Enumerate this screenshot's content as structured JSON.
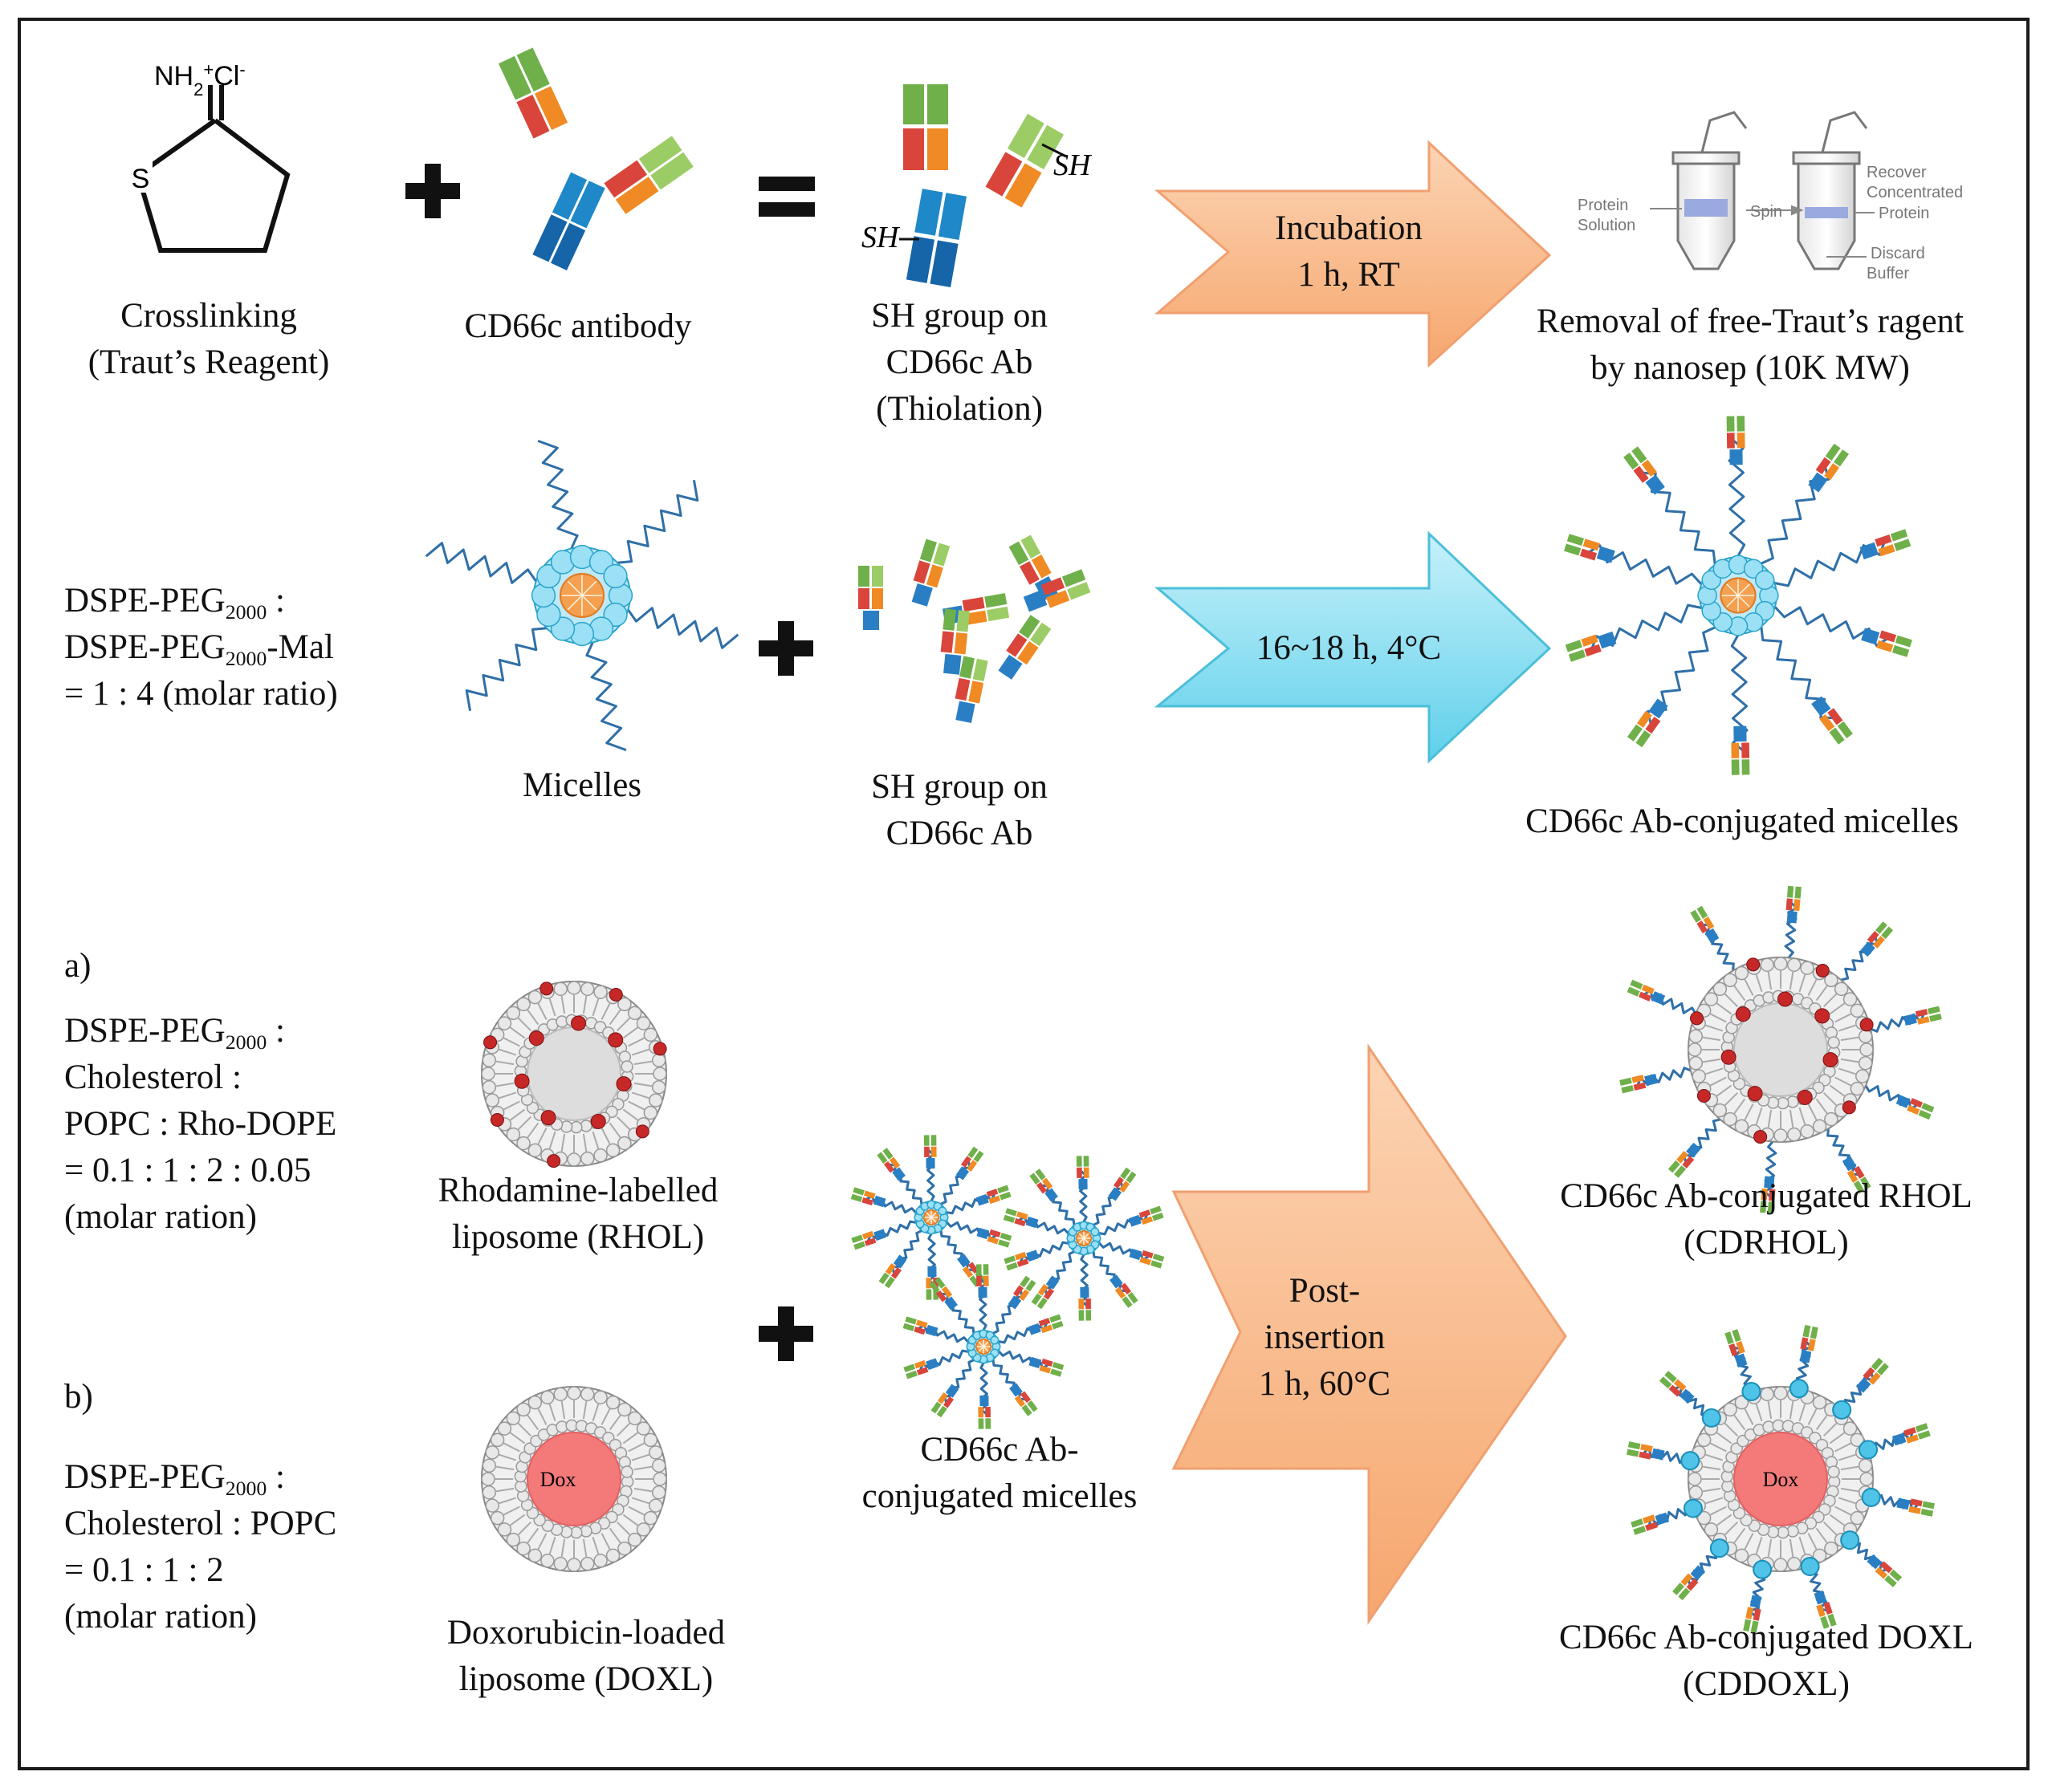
{
  "row1": {
    "traut": {
      "formula_label": "NH2+Cl-",
      "sulfur_atom": "S",
      "caption_line1": "Crosslinking",
      "caption_line2": "(Traut’s Reagent)"
    },
    "antibody_caption": "CD66c antibody",
    "thiolated": {
      "sh_label_a": "SH",
      "sh_label_b": "SH",
      "caption_line1": "SH group on",
      "caption_line2": "CD66c Ab",
      "caption_line3": "(Thiolation)"
    },
    "arrow_line1": "Incubation",
    "arrow_line2": "1 h, RT",
    "spin": {
      "protein_solution_1": "Protein",
      "protein_solution_2": "Solution",
      "spin_label": "Spin",
      "recover_1": "Recover",
      "recover_2": "Concentrated",
      "recover_3": "Protein",
      "discard_1": "Discard",
      "discard_2": "Buffer"
    },
    "removal_line1": "Removal of free-Traut’s ragent",
    "removal_line2": "by nanosep (10K MW)"
  },
  "row2": {
    "ratio_line1_prefix": "DSPE-PEG",
    "ratio_line1_sub": "2000",
    "ratio_line1_suffix": " :",
    "ratio_line2_prefix": "DSPE-PEG",
    "ratio_line2_sub": "2000",
    "ratio_line2_suffix": "-Mal",
    "ratio_line3": "= 1 : 4 (molar ratio)",
    "micelles_caption": "Micelles",
    "sh_caption_line1": "SH group on",
    "sh_caption_line2": "CD66c Ab",
    "arrow_label": "16~18 h, 4°C",
    "result_caption": "CD66c Ab-conjugated micelles"
  },
  "row3": {
    "a_label": "a)",
    "a_line1_prefix": "DSPE-PEG",
    "a_line1_sub": "2000",
    "a_line1_suffix": " :",
    "a_line2": "Cholesterol :",
    "a_line3": "POPC : Rho-DOPE",
    "a_line4": "= 0.1 : 1 : 2 : 0.05",
    "a_line5": "(molar ration)",
    "rhol_caption_line1": "Rhodamine-labelled",
    "rhol_caption_line2": "liposome (RHOL)",
    "b_label": "b)",
    "b_line1_prefix": "DSPE-PEG",
    "b_line1_sub": "2000",
    "b_line1_suffix": " :",
    "b_line2": "Cholesterol : POPC",
    "b_line3": "= 0.1 : 1 : 2",
    "b_line4": "(molar ration)",
    "doxl_caption_line1": "Doxorubicin-loaded",
    "doxl_caption_line2": "liposome (DOXL)",
    "dox_label": "Dox",
    "micelle_caption_line1": "CD66c Ab-",
    "micelle_caption_line2": "conjugated micelles",
    "arrow_line1": "Post-",
    "arrow_line2": "insertion",
    "arrow_line3": "1 h, 60°C",
    "cdrhol_line1": "CD66c Ab-conjugated RHOL",
    "cdrhol_line2": "(CDRHOL)",
    "cddoxl_line1": "CD66c Ab-conjugated DOXL",
    "cddoxl_line2": "(CDDOXL)",
    "dox_label_2": "Dox"
  },
  "colors": {
    "peach_arrow": "#f9b98a",
    "peach_arrow_border": "#f0a070",
    "cyan_arrow": "#7fdcef",
    "cyan_arrow_border": "#4cbfd8",
    "ab_green": "#6fb04a",
    "ab_red": "#d9453b",
    "ab_orange": "#f08a24",
    "ab_blue": "#2a7fc4",
    "ab_lightgreen": "#9ccc65",
    "lipid_grey": "#a8a8a8",
    "rhodamine_red": "#c62828",
    "dox_pink": "#f47a7a",
    "micelle_cyan": "#4fc3e8",
    "micelle_core": "#f5a050",
    "tether_blue": "#2f6fa8"
  }
}
